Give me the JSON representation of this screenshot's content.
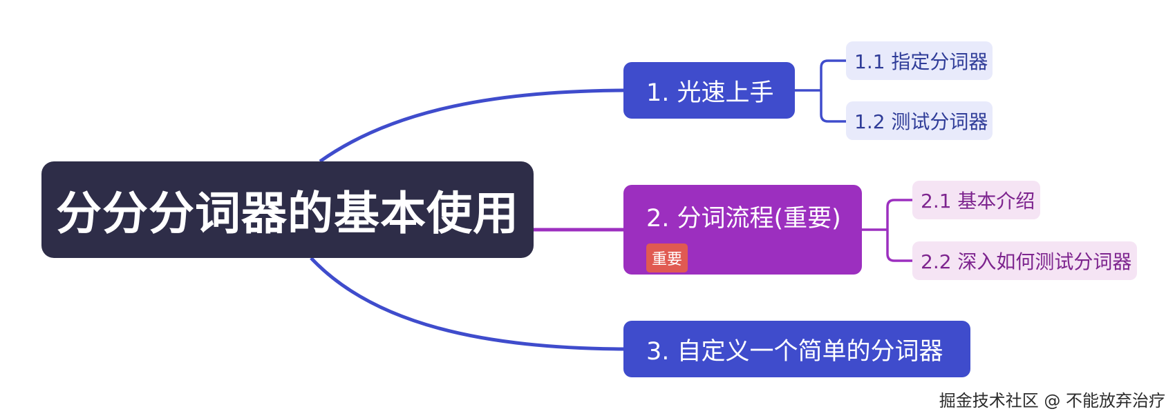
{
  "root": {
    "label": "分分分词器的基本使用"
  },
  "branches": [
    {
      "label": "1. 光速上手",
      "color": "#3f4ccc",
      "children": [
        {
          "label": "1.1 指定分词器"
        },
        {
          "label": "1.2 测试分词器"
        }
      ]
    },
    {
      "label": "2. 分词流程(重要)",
      "color": "#9c2fbf",
      "tag": "重要",
      "tag_color": "#e05a52",
      "children": [
        {
          "label": "2.1 基本介绍"
        },
        {
          "label": "2.2 深入如何测试分词器"
        }
      ]
    },
    {
      "label": "3. 自定义一个简单的分词器",
      "color": "#3f4ccc",
      "children": []
    }
  ],
  "root_color": "#2e2d48",
  "watermark": "掘金技术社区 @ 不能放弃治疗"
}
